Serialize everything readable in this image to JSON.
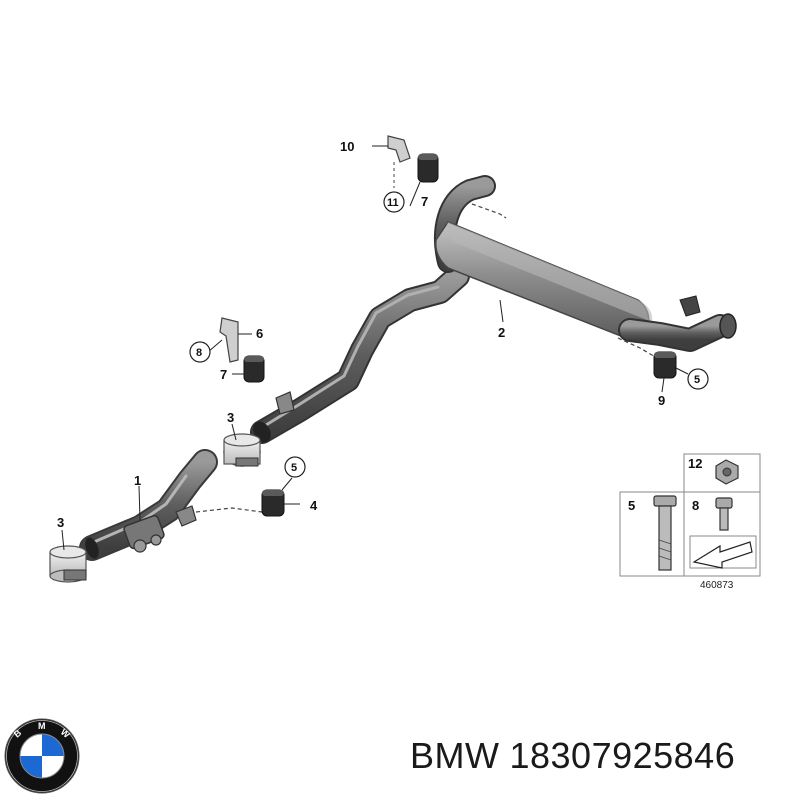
{
  "diagram": {
    "callouts": {
      "c1": "1",
      "c2": "2",
      "c3a": "3",
      "c3b": "3",
      "c4": "4",
      "c5a": "5",
      "c5b": "5",
      "c6": "6",
      "c7a": "7",
      "c7b": "7",
      "c8": "8",
      "c9": "9",
      "c10": "10",
      "c11": "11"
    },
    "legend": {
      "n12": "12",
      "n5": "5",
      "n8": "8"
    },
    "ref_number": "460873"
  },
  "caption": {
    "brand": "BMW",
    "part_number": "18307925846"
  },
  "logo": {
    "letters": [
      "B",
      "M",
      "W"
    ],
    "colors": {
      "blue": "#1c69d4",
      "ring": "#111111",
      "white": "#ffffff"
    }
  },
  "colors": {
    "pipe": "#6e6e6e",
    "muffler": "#8a8a8a",
    "rubber": "#2a2a2a"
  }
}
